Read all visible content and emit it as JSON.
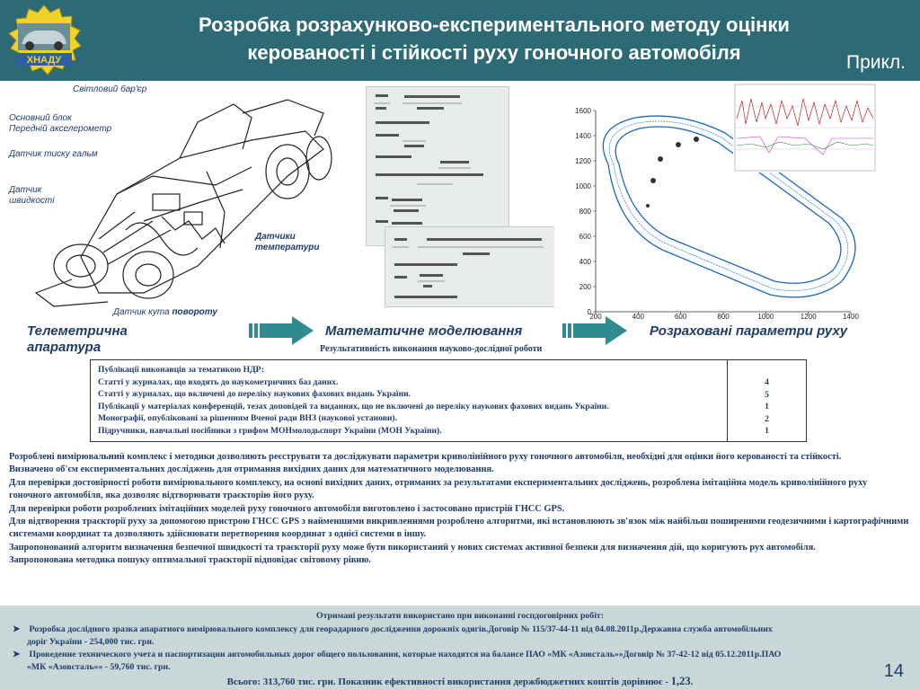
{
  "header": {
    "title_line1": "Розробка розрахунково-експериментального методу оцінки",
    "title_line2": "керованості і стійкості руху гоночного автомобіля",
    "example_label": "Прикл.",
    "logo_text": "ХНАДУ"
  },
  "car_labels": {
    "light_barrier": "Світловий бар'єр",
    "main_unit": "Основний блок",
    "front_accel": "Передній акселерометр",
    "brake_pressure": "Датчик тиску гальм",
    "speed_sensor_1": "Датчик",
    "speed_sensor_2": "швидкості",
    "temp_sensors_1": "Датчики",
    "temp_sensors_2": "температури",
    "steer_angle_1": "Датчик кута ",
    "steer_angle_2": "повороту"
  },
  "flow": {
    "telemetry_1": "Телеметрична",
    "telemetry_2": "апаратура",
    "math": "Математичне моделювання",
    "results": "Розраховані параметри руху"
  },
  "track_chart": {
    "y_ticks": [
      "1600",
      "1400",
      "1200",
      "1000",
      "800",
      "600",
      "400",
      "200",
      "0"
    ],
    "x_ticks": [
      "200",
      "400",
      "600",
      "800",
      "1000",
      "1200",
      "1400"
    ]
  },
  "results_caption": "Результативність виконання науково-дослідної роботи",
  "publications": {
    "rows": [
      "Публікації виконавців за тематикою НДР:",
      "Статті у журналах, що входять до наукометричних баз даних.",
      "Статті у журналах, що включені до переліку наукових фахових видань України.",
      "Публікації у матеріалах конференцій, тезах доповідей та виданнях, що не включені до переліку наукових фахових видань України.",
      "Монографії, опубліковані за рішенням Вченої ради ВНЗ (наукової установи).",
      "Підручники, навчальні посібники з грифом МОНмолодьспорт України (МОН України)."
    ],
    "counts": [
      "4",
      "5",
      "1",
      "2",
      "1"
    ]
  },
  "summary": [
    "Розроблені вимірювальний комплекс і методики дозволяють реєструвати та досліджувати параметри криволінійного руху гоночного автомобіля, необхідні для оцінки його керованості та стійкості.",
    "Визначено об'єм експериментальних досліджень для отримання вихідних даних для математичного моделювання.",
    "Для перевірки достовірності роботи вимірювального комплексу, на основі вихідних даних, отриманих за результатами експериментальних досліджень, розроблена імітаційна модель криволінійного руху гоночного автомобіля, яка дозволяє відтворювати траєкторію його руху.",
    "Для перевірки роботи розроблених імітаційних моделей руху гоночного автомобіля виготовлено і застосовано пристрій ГНСС GPS.",
    "Для відтворення траєкторії руху за допомогою пристрою ГНСС GPS з найменшими викривленнями розроблено алгоритми, які встановлюють зв'язок між найбільш поширеними геодезичними і картографічними системами координат та дозволяють здійснювати перетворення координат з однієї системи в іншу.",
    "Запропонований алгоритм визначення безпечної швидкості та траєкторії руху може бути використаний у нових системах активної безпеки для визначення дій, що коригують рух автомобіля.",
    "Запропонована методика пошуку оптимальної траєкторії відповідає світовому рівню."
  ],
  "footer": {
    "title": "Отримані результати використано при виконанні госпдоговірних робіт:",
    "item1_line1": " Розробка дослідного зразка апаратного вимірювального комплексу для георадарного дослідження дорожніх одягів.Договір № 115/37-44-11 від 04.08.2011р.Державна служба автомобільних",
    "item1_line2": "доріг України - 254,000 тис. грн.",
    "item2_line1": " Проведение технического учета и паспортизации автомобильных дорог общего пользования, которые находятся на балансе ПАО «МК «Азовсталь»»Договір № 37-42-12 від 05.12.2011р.ПАО",
    "item2_line2": "«МК «Азовсталь»» - 59,760 тис. грн.",
    "total_prefix": "Всього: 313,760 тис. грн. Показник ефективності використання держбюджетних коштів дорівнює - ",
    "total_value": "1,23",
    "total_suffix": ".",
    "page_number": "14"
  }
}
